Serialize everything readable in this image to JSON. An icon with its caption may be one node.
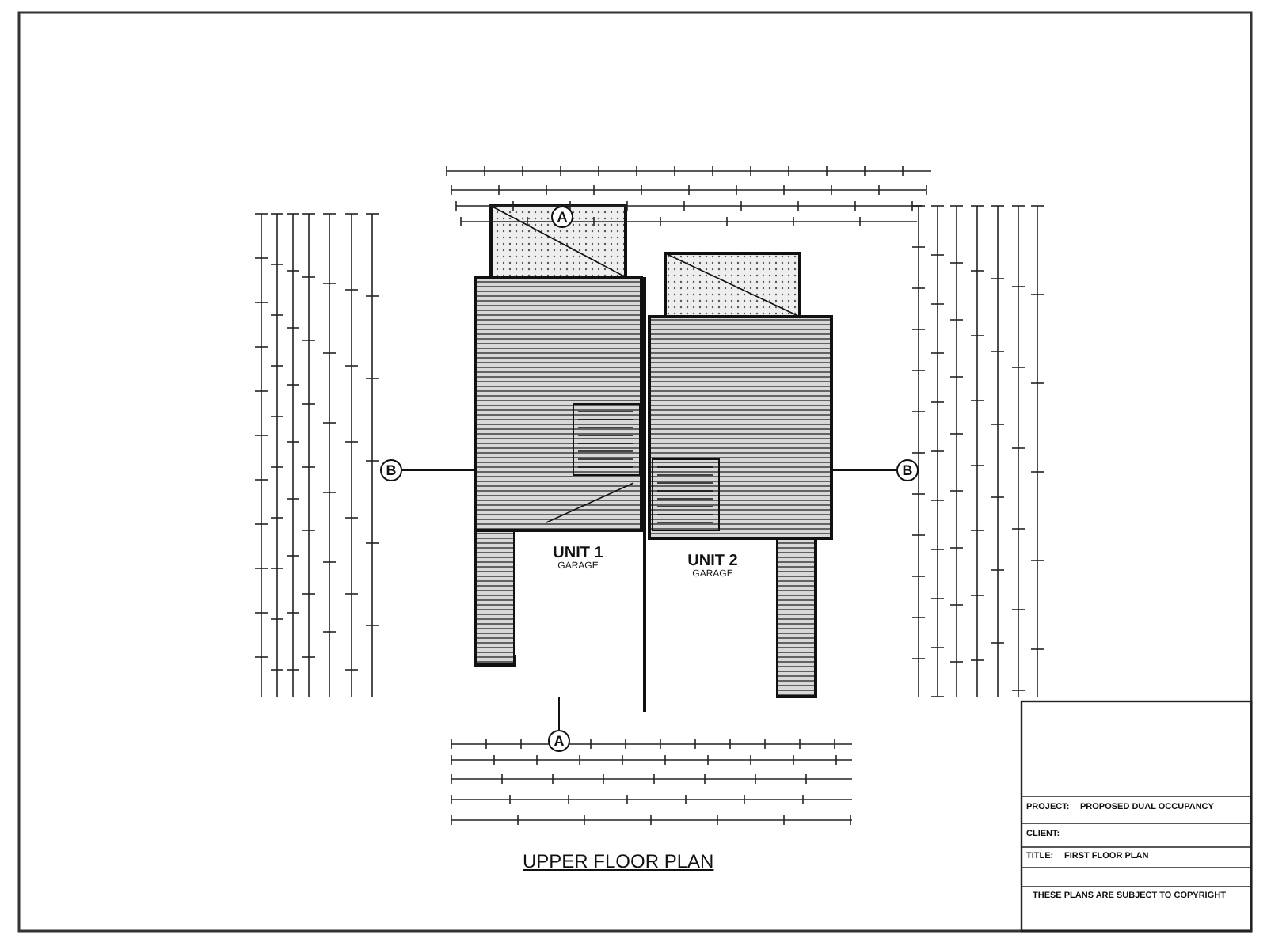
{
  "diagram": {
    "title": "UPPER FLOOR PLAN",
    "nodes": [
      {
        "text": [
          "A"
        ]
      },
      {
        "text": [
          "B"
        ]
      },
      {
        "text": [
          "B"
        ]
      },
      {
        "text": [
          "A"
        ]
      },
      {
        "text": [
          "UNIT 1",
          "GARAGE"
        ]
      },
      {
        "text": [
          "UNIT 2",
          "GARAGE"
        ]
      }
    ],
    "labels": [
      "PROJECT:",
      "PROPOSED DUAL OCCUPANCY",
      "CLIENT:",
      "TITLE:",
      "FIRST FLOOR PLAN",
      "THESE PLANS ARE SUBJECT TO COPYRIGHT"
    ]
  }
}
